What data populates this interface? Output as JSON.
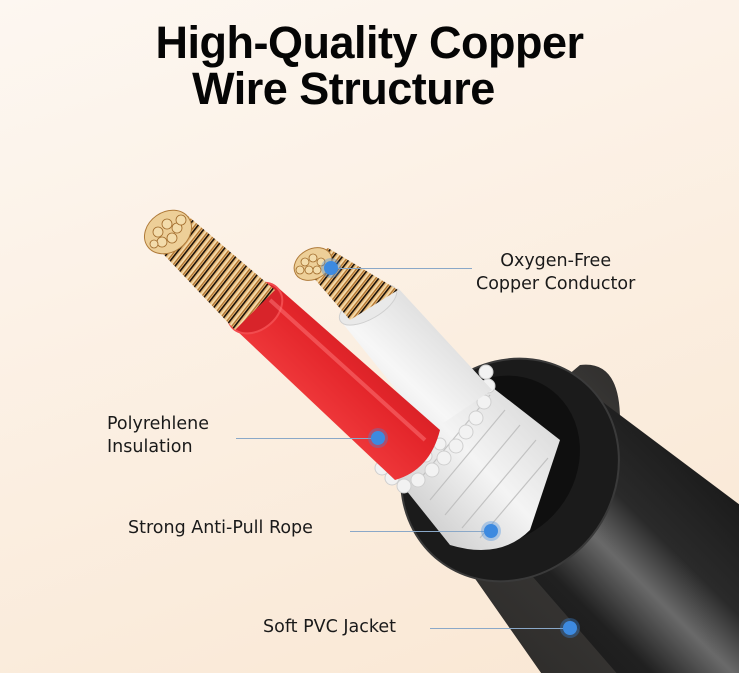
{
  "title": {
    "line1": "High-Quality Copper",
    "line2": "Wire Structure"
  },
  "callouts": [
    {
      "id": "conductor",
      "lines": [
        "Oxygen-Free",
        "Copper Conductor"
      ],
      "target": "copper-strands"
    },
    {
      "id": "insulation",
      "lines": [
        "Polyrehlene",
        "Insulation"
      ],
      "target": "red-insulation"
    },
    {
      "id": "rope",
      "lines": [
        "Strong Anti-Pull Rope"
      ],
      "target": "white-filler-fibers"
    },
    {
      "id": "jacket",
      "lines": [
        "Soft PVC Jacket"
      ],
      "target": "black-outer-jacket"
    }
  ],
  "colors": {
    "background": "#fbeee0",
    "title_text": "#050505",
    "label_text": "#1a1a1a",
    "marker": "#3d8ae0",
    "leader_line": "#8aa8c8",
    "red_insulation": "#e8262a",
    "white_insulation": "#ececec",
    "jacket": "#1e1e1e",
    "copper": "#d9a25a"
  }
}
